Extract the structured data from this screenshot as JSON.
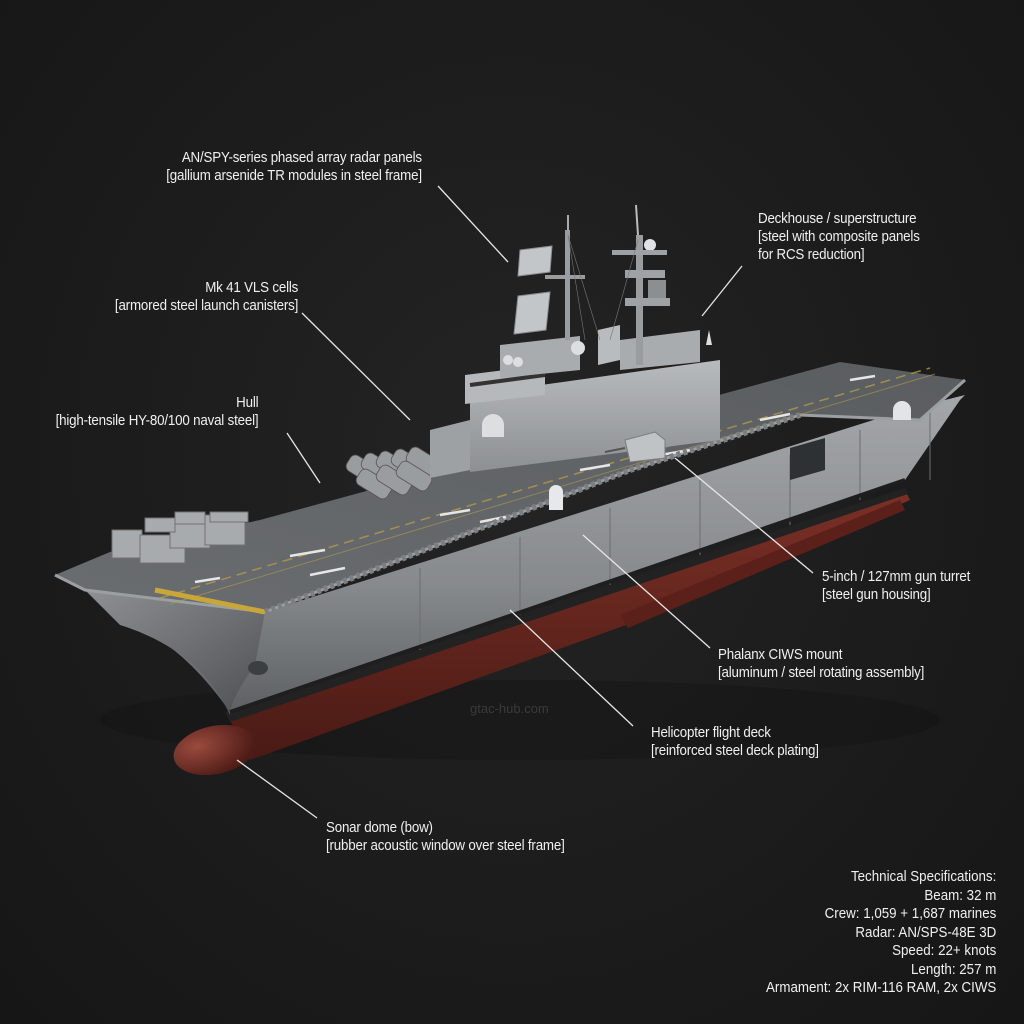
{
  "diagram": {
    "subject": "Amphibious assault ship (3D cutaway-style render)",
    "watermark": "gtac-hub.com",
    "colors": {
      "background": "#1c1c1c",
      "hull_gray": "#8c8f92",
      "deck_gray": "#5d6063",
      "antifouling_red": "#6e2a22",
      "deck_yellow": "#c9a63a",
      "leader_line": "#e6e6e6",
      "label_text": "#f0f0f0"
    },
    "annotations": [
      {
        "id": "radar",
        "title": "AN/SPY-series phased array radar panels",
        "material": "[gallium arsenide TR modules in steel frame]"
      },
      {
        "id": "deckhouse",
        "title": "Deckhouse / superstructure",
        "material_line1": "[steel with composite panels",
        "material_line2": "for RCS reduction]"
      },
      {
        "id": "vls",
        "title": "Mk 41 VLS cells",
        "material": "[armored steel launch canisters]"
      },
      {
        "id": "hull",
        "title": "Hull",
        "material": "[high-tensile HY-80/100 naval steel]"
      },
      {
        "id": "gun",
        "title": "5-inch / 127mm gun turret",
        "material": "[steel gun housing]"
      },
      {
        "id": "ciws",
        "title": "Phalanx CIWS mount",
        "material": "[aluminum / steel rotating assembly]"
      },
      {
        "id": "flightdeck",
        "title": "Helicopter flight deck",
        "material": "[reinforced steel deck plating]"
      },
      {
        "id": "sonar",
        "title": "Sonar dome (bow)",
        "material": "[rubber acoustic window over steel frame]"
      }
    ],
    "specs": {
      "heading": "Technical Specifications:",
      "items": [
        "Beam: 32 m",
        "Crew: 1,059 + 1,687 marines",
        "Radar: AN/SPS-48E 3D",
        "Speed: 22+ knots",
        "Length: 257 m",
        "Armament: 2x RIM-116 RAM, 2x CIWS"
      ]
    }
  }
}
